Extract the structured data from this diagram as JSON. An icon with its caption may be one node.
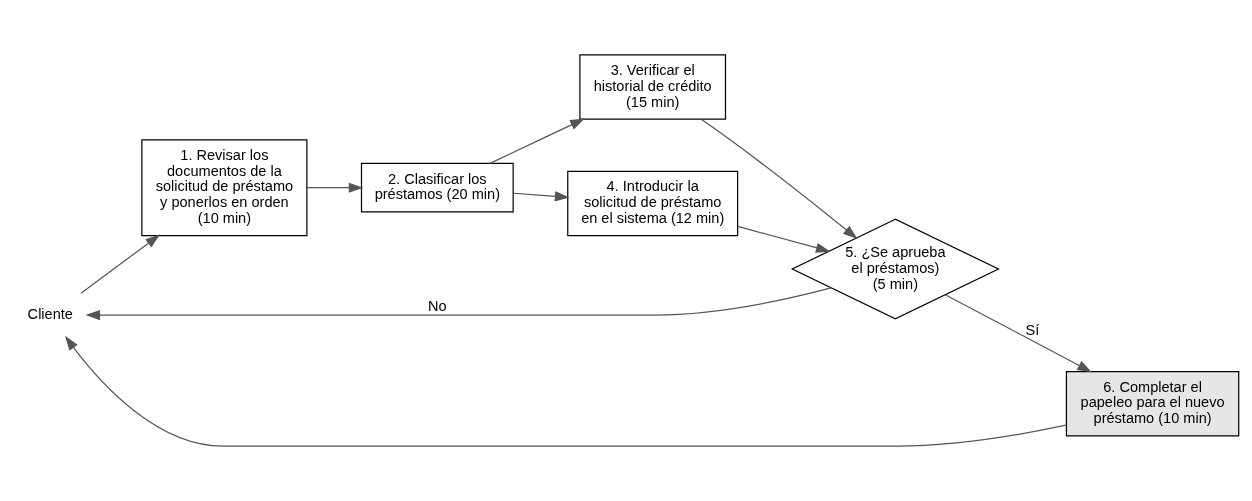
{
  "diagram": {
    "nodes": [
      {
        "text": [
          "Cliente"
        ]
      },
      {
        "text": [
          "1. Revisar los documentos de la solicitud de préstamo y ponerlos en orden (10 min)"
        ]
      },
      {
        "text": [
          "2. Clasificar los préstamos (20 min)"
        ]
      },
      {
        "text": [
          "3. Verificar el historial de crédito (15 min)"
        ]
      },
      {
        "text": [
          "4. Introducir la solicitud de préstamo en el sistema (12 min)"
        ]
      },
      {
        "text": [
          "5. ¿Se aprueba el préstamos) (5 min)"
        ]
      },
      {
        "text": [
          "6. Completar el papeleo para el nuevo préstamo (10 min)"
        ]
      }
    ],
    "edges": [
      {
        "from": 0,
        "to": 1,
        "arrow": "to"
      },
      {
        "from": 1,
        "to": 2,
        "arrow": "to"
      },
      {
        "from": 2,
        "to": 3,
        "arrow": "to"
      },
      {
        "from": 2,
        "to": 4,
        "arrow": "to"
      },
      {
        "from": 3,
        "to": 5,
        "arrow": "to"
      },
      {
        "from": 4,
        "to": 5,
        "arrow": "to"
      },
      {
        "from": 5,
        "to": 0,
        "label": "No",
        "arrow": "to"
      },
      {
        "from": 5,
        "to": 6,
        "label": "Sí",
        "arrow": "to"
      },
      {
        "from": 6,
        "to": 0,
        "arrow": "to"
      }
    ]
  }
}
